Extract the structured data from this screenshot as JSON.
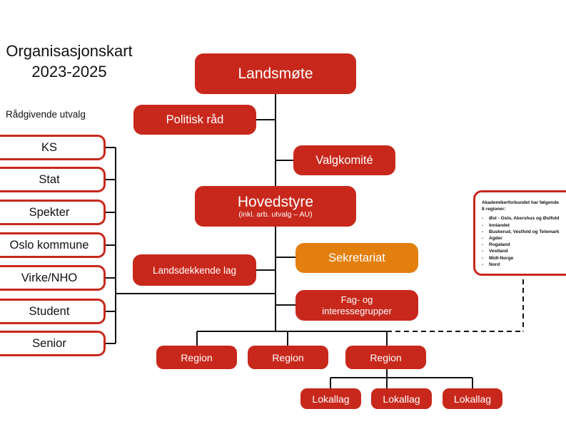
{
  "header": {
    "title_line1": "Organisasjonskart",
    "title_line2": "2023-2025",
    "advisory_heading": "Rådgivende utvalg"
  },
  "org": {
    "landsmote": "Landsmøte",
    "politisk_rad": "Politisk råd",
    "valgkomite": "Valgkomité",
    "hovedstyre": "Hovedstyre",
    "hovedstyre_sub": "(inkl. arb. utvalg – AU)",
    "landsdekkende_lag": "Landsdekkende lag",
    "sekretariat": "Sekretariat",
    "fag_line1": "Fag- og",
    "fag_line2": "interessegrupper",
    "regions": [
      "Region",
      "Region",
      "Region"
    ],
    "lokallag": [
      "Lokallag",
      "Lokallag",
      "Lokallag"
    ]
  },
  "advisory": [
    "KS",
    "Stat",
    "Spekter",
    "Oslo kommune",
    "Virke/NHO",
    "Student",
    "Senior"
  ],
  "note": {
    "title_line1": "Akademikerforbundet har følgende",
    "title_line2": "8 regioner:",
    "regions": [
      "Øst - Oslo, Akershus og Østfold",
      "Innlandet",
      "Buskerud, Vestfold og Telemark",
      "Agder",
      "Rogaland",
      "Vestland",
      "Midt-Norge",
      "Nord"
    ]
  },
  "colors": {
    "primary_red": "#c8281c",
    "secretariat_orange": "#e27f0e"
  }
}
